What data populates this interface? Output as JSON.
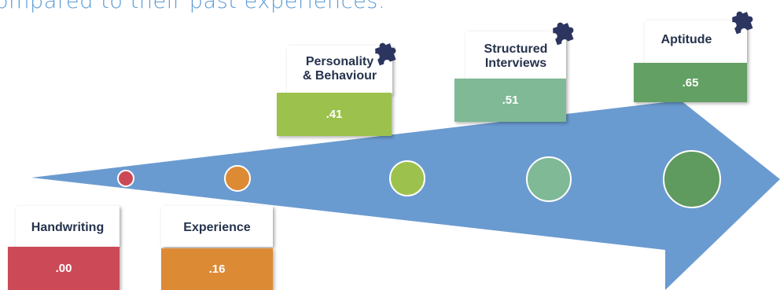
{
  "headline": "ompared to their past experiences.",
  "colors": {
    "arrow": "#6a9bd0",
    "handwriting": "#cc4a58",
    "experience": "#dd8a35",
    "personality": "#9cc24d",
    "interviews": "#7fb996",
    "aptitude": "#62a063",
    "puzzle": "#2c3560"
  },
  "items": [
    {
      "label": "Handwriting",
      "value": ".00"
    },
    {
      "label": "Experience",
      "value": ".16"
    },
    {
      "label": "Personality & Behaviour",
      "label_lines": [
        "Personality",
        "& Behaviour"
      ],
      "value": ".41"
    },
    {
      "label": "Structured Interviews",
      "label_lines": [
        "Structured",
        "Interviews"
      ],
      "value": ".51"
    },
    {
      "label": "Aptitude",
      "value": ".65"
    }
  ]
}
